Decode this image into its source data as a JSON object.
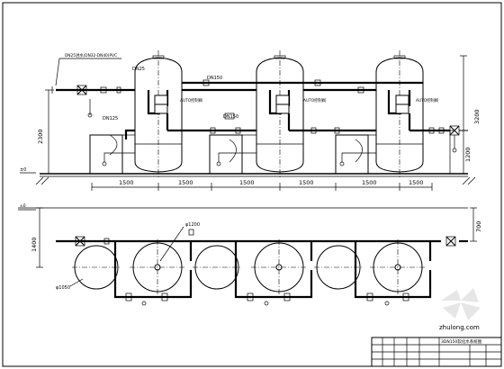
{
  "dimensions": {
    "top_spacing": [
      "1500",
      "1500",
      "1500",
      "1500",
      "1500",
      "1500"
    ],
    "total_height": "3200",
    "left_height": "2300",
    "right_height": "1200",
    "plan_depth": "1400",
    "plan_right": "700"
  },
  "labels": {
    "dn25": "DN25",
    "dn150_top": "DN150",
    "dn150_mid": "DN150",
    "dn125": "DN125",
    "ground_mark": "±0",
    "diameter_1200": "φ1200",
    "diameter_1050": "φ1050",
    "auto_valve_1": "AUTO控制阀",
    "auto_valve_2": "AUTO控制阀",
    "auto_valve_3": "AUTO控制阀",
    "inlet_note": "DN25进水(DN32-DN40)PVC",
    "title_block": "3DN150软化水系统图"
  },
  "watermark": {
    "text": "zhulong.com"
  }
}
